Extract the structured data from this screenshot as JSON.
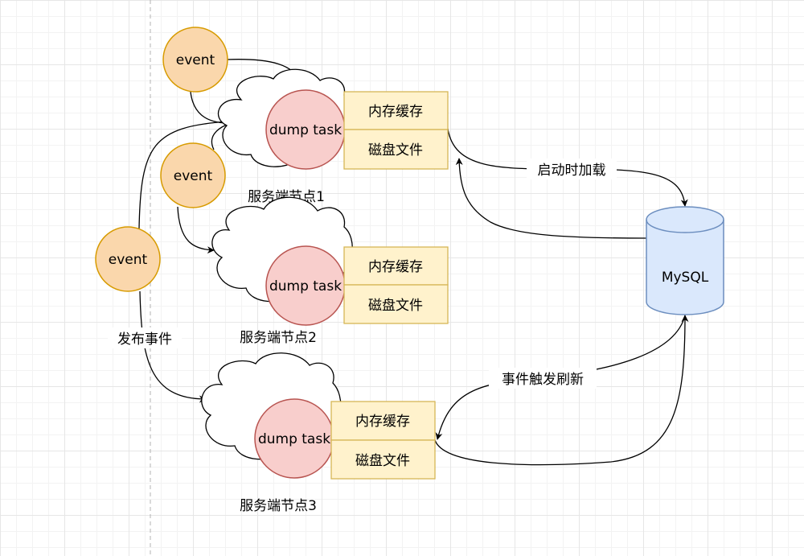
{
  "colors": {
    "event_fill": "#fad7ac",
    "event_stroke": "#d79b00",
    "task_fill": "#f8cecc",
    "task_stroke": "#b85450",
    "store_fill": "#fff2cc",
    "store_stroke": "#d6b656",
    "db_fill": "#dae8fc",
    "db_stroke": "#6c8ebf"
  },
  "events": {
    "e1": "event",
    "e2": "event",
    "e3": "event"
  },
  "nodes": [
    {
      "task": "dump task",
      "memory": "内存缓存",
      "disk": "磁盘文件",
      "label": "服务端节点1"
    },
    {
      "task": "dump task",
      "memory": "内存缓存",
      "disk": "磁盘文件",
      "label": "服务端节点2"
    },
    {
      "task": "dump task",
      "memory": "内存缓存",
      "disk": "磁盘文件",
      "label": "服务端节点3"
    }
  ],
  "database": {
    "label": "MySQL"
  },
  "edge_labels": {
    "publish": "发布事件",
    "load_on_start": "启动时加载",
    "event_refresh": "事件触发刷新"
  }
}
